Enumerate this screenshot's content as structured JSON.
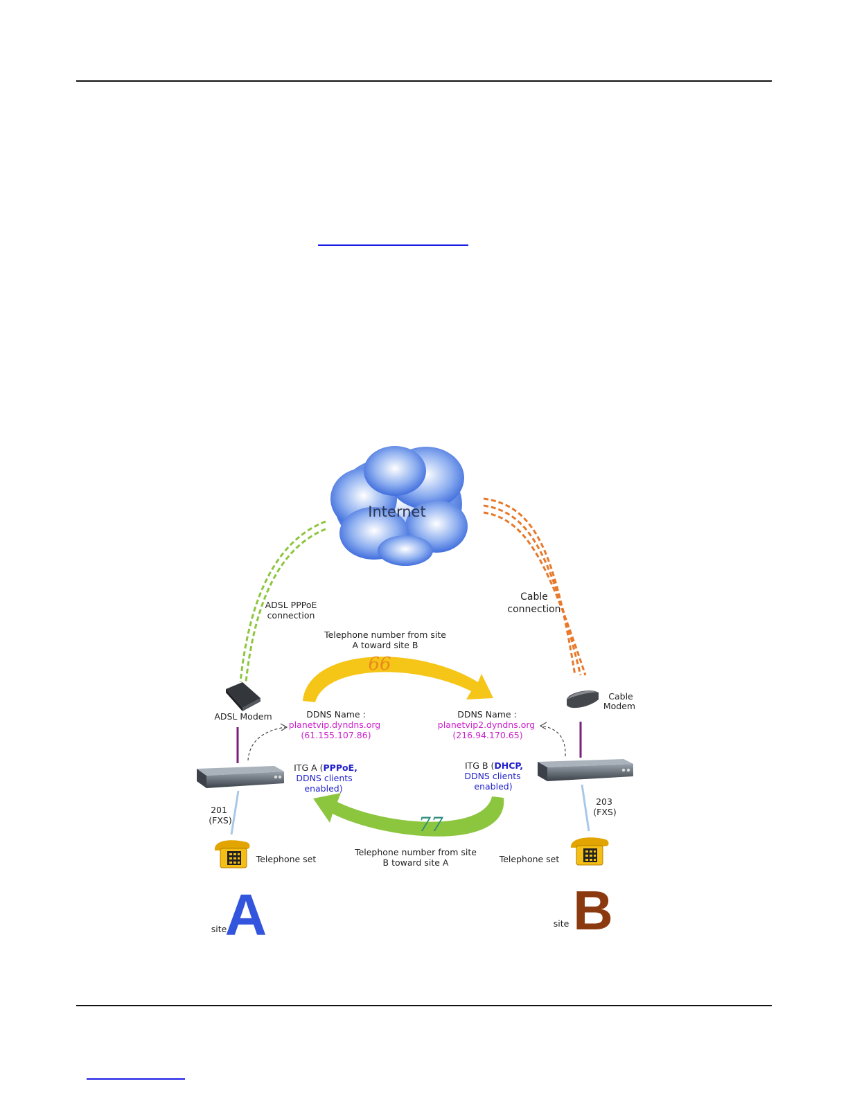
{
  "diagram": {
    "internet_label": "Internet",
    "left_connection": [
      "ADSL PPPoE",
      "connection"
    ],
    "right_connection": [
      "Cable",
      "connection"
    ],
    "arrow_a_to_b": {
      "caption": [
        "Telephone number from site",
        "A toward site B"
      ],
      "number": "66"
    },
    "arrow_b_to_a": {
      "caption": [
        "Telephone number from site",
        "B toward site A"
      ],
      "number": "77"
    },
    "site_a": {
      "modem_label": "ADSL Modem",
      "ddns_title": "DDNS Name :",
      "ddns_host": "planetvip.dyndns.org",
      "ddns_ip": "(61.155.107.86)",
      "itg_prefix": "ITG A (",
      "itg_mode": "PPPoE,",
      "itg_line2": "DDNS clients",
      "itg_line3": "enabled)",
      "port": [
        "201",
        "(FXS)"
      ],
      "phone_label": "Telephone set",
      "site_word": "site",
      "site_letter": "A"
    },
    "site_b": {
      "modem_label": [
        "Cable",
        "Modem"
      ],
      "ddns_title": "DDNS Name :",
      "ddns_host": "planetvip2.dyndns.org",
      "ddns_ip": "(216.94.170.65)",
      "itg_prefix": "ITG B (",
      "itg_mode": "DHCP,",
      "itg_line2": "DDNS  clients",
      "itg_line3": "enabled)",
      "port": [
        "203",
        "(FXS)"
      ],
      "phone_label": "Telephone set",
      "site_word": "site",
      "site_letter": "B"
    },
    "colors": {
      "adsl_link": "#8cc63f",
      "cable_link": "#e8782a",
      "arrow_a_to_b": "#f5c518",
      "arrow_b_to_a": "#8cc63f",
      "site_a_letter": "#3355dd",
      "site_b_letter": "#8b3a0f"
    }
  }
}
